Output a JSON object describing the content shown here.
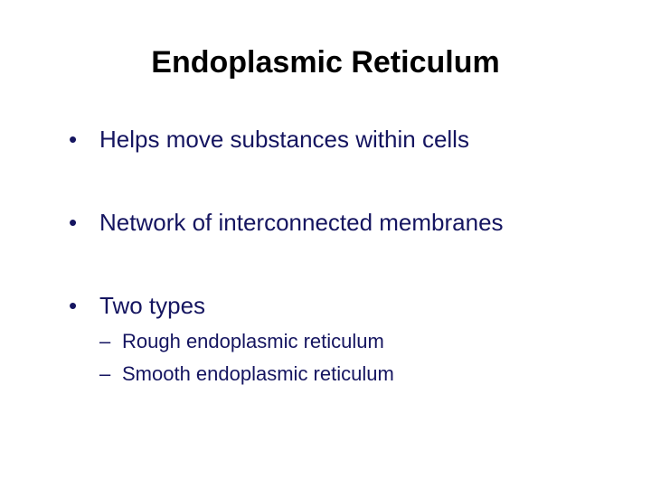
{
  "slide": {
    "background_color": "#ffffff",
    "title": "Endoplasmic Reticulum",
    "title_color": "#000000",
    "body_color": "#151560",
    "bullet_marker": "•",
    "sub_bullet_marker": "–",
    "bullets": [
      {
        "marker": "•",
        "text": "Helps move substances within cells",
        "sub_items": []
      },
      {
        "marker": "•",
        "text": "Network of interconnected membranes",
        "sub_items": []
      },
      {
        "marker": "•",
        "text": "Two types",
        "sub_items": [
          {
            "marker": "–",
            "text": "Rough endoplasmic reticulum"
          },
          {
            "marker": "–",
            "text": "Smooth endoplasmic reticulum"
          }
        ]
      }
    ]
  }
}
